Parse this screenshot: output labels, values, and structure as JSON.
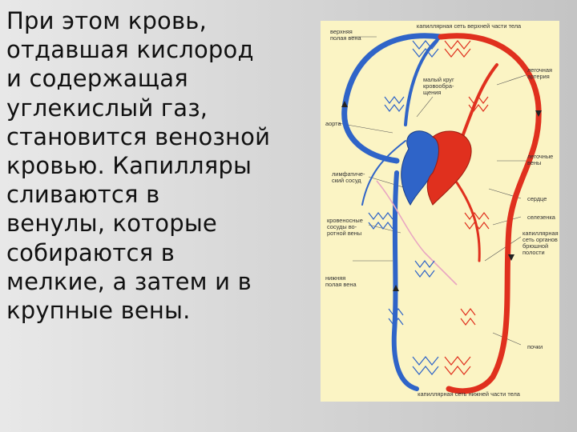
{
  "slide": {
    "text": "При этом кровь,\nотдавшая кислород\nи содержащая\nуглекислый газ,\nстановится венозной\nкровью. Капилляры\nсливаются в\nвенулы, которые\nсобираются в\nмелкие, а затем и в\nкрупные вены."
  },
  "diagram": {
    "labels": {
      "top_capillary": "капиллярная сеть верхней части тела",
      "superior_vena_cava": "верхняя\nполая вена",
      "pulmonary_circulation": "малый круг\nкровообра-\nщения",
      "pulmonary_artery": "легочная\nартерия",
      "aorta": "аорта",
      "pulmonary_veins": "легочные\nвены",
      "lymph_vessel": "лимфатиче-\nский сосуд",
      "heart": "сердце",
      "portal_vessels": "кровеносные\nсосуды во-\nротной вены",
      "spleen": "селезенка",
      "abdominal_capillary": "капиллярная\nсеть органов\nбрюшной\nполости",
      "inferior_vena_cava": "нижняя\nполая вена",
      "kidneys": "почки",
      "bottom_capillary": "капиллярная сеть нижней части тела"
    },
    "colors": {
      "arterial": "#e0301e",
      "venous": "#2f64c8",
      "lymph": "#e9a6c2",
      "background": "#fbf4c4"
    }
  }
}
